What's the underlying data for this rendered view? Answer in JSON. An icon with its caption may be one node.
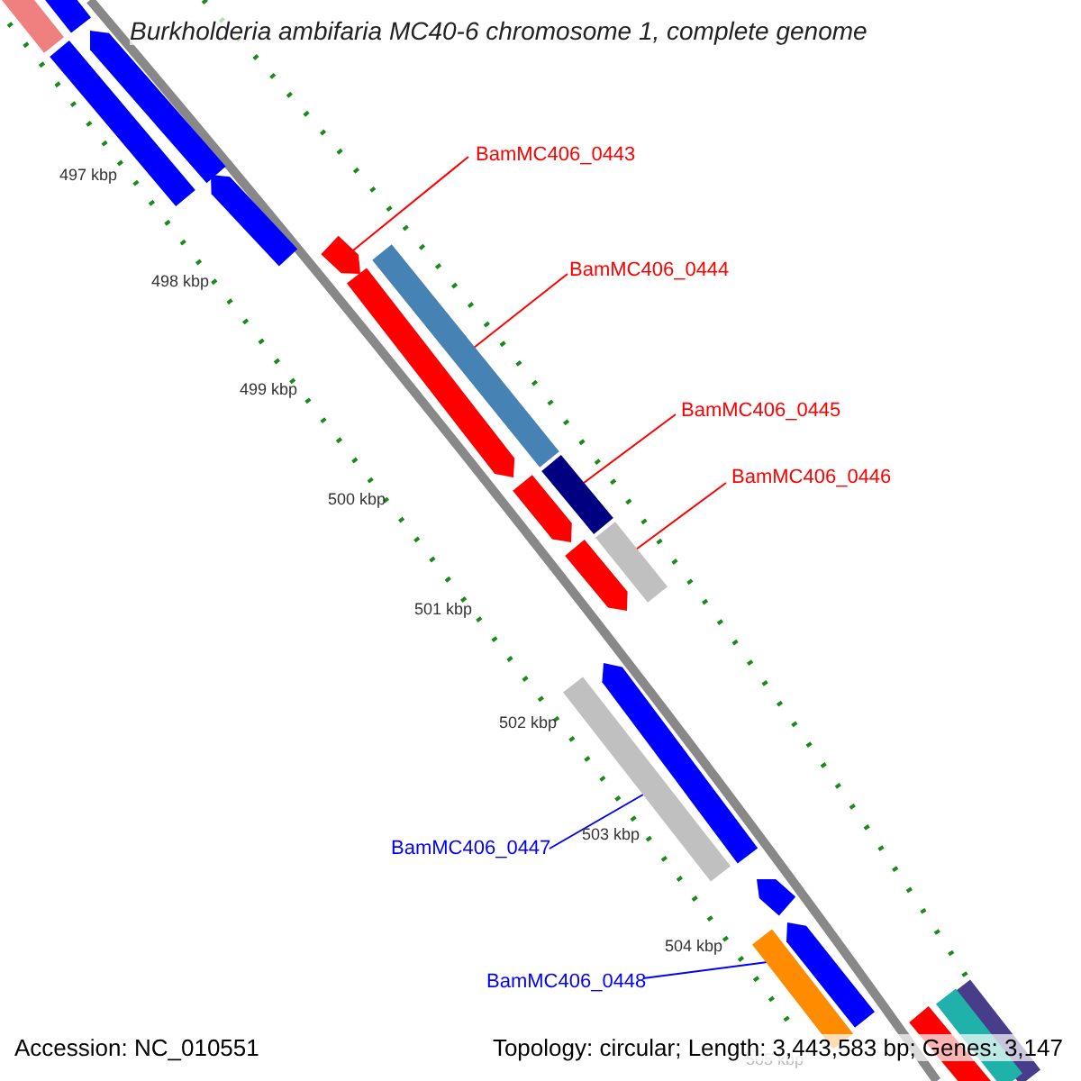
{
  "diagram": {
    "title": "Burkholderia ambifaria MC40-6 chromosome 1, complete genome",
    "nodes": [
      {
        "text": [
          "BamMC406_0443"
        ]
      },
      {
        "text": [
          "BamMC406_0444"
        ]
      },
      {
        "text": [
          "BamMC406_0445"
        ]
      },
      {
        "text": [
          "BamMC406_0446"
        ]
      },
      {
        "text": [
          "BamMC406_0447"
        ]
      },
      {
        "text": [
          "BamMC406_0448"
        ]
      },
      {
        "text": [],
        "shape": "bar"
      },
      {
        "text": [],
        "shape": "bar"
      },
      {
        "text": [],
        "shape": "bar"
      },
      {
        "text": [],
        "shape": "bar"
      },
      {
        "text": [],
        "shape": "bar"
      },
      {
        "text": [],
        "shape": "bar"
      },
      {
        "text": [],
        "shape": "bar"
      },
      {
        "text": [],
        "shape": "bar"
      },
      {
        "text": [],
        "shape": "bar"
      },
      {
        "text": [],
        "shape": "bar"
      },
      {
        "text": [],
        "shape": "bar"
      },
      {
        "text": [],
        "shape": "bar"
      },
      {
        "text": [],
        "shape": "bar"
      },
      {
        "text": [],
        "shape": "bar"
      },
      {
        "text": [],
        "shape": "bar"
      },
      {
        "text": [],
        "shape": "bar"
      },
      {
        "text": [],
        "shape": "bar"
      },
      {
        "text": [],
        "shape": "bar"
      },
      {
        "text": [],
        "shape": "bar"
      },
      {
        "text": [],
        "shape": "bar"
      }
    ],
    "edges": [
      {
        "from": 0,
        "to": 11,
        "arrow": "none"
      },
      {
        "from": 1,
        "to": 12,
        "arrow": "none"
      },
      {
        "from": 2,
        "to": 14,
        "arrow": "none"
      },
      {
        "from": 3,
        "to": 16,
        "arrow": "none"
      },
      {
        "from": 4,
        "to": 19,
        "arrow": "none",
        "color": "#0000ff"
      },
      {
        "from": 5,
        "to": 22,
        "arrow": "none",
        "color": "#0000ff"
      }
    ],
    "labels": [
      "497 kbp",
      "498 kbp",
      "499 kbp",
      "500 kbp",
      "501 kbp",
      "502 kbp",
      "503 kbp",
      "504 kbp",
      "505 kbp",
      "Accession: NC_010551",
      "Topology: circular; Length: 3,443,583 bp; Genes: 3,147"
    ]
  }
}
